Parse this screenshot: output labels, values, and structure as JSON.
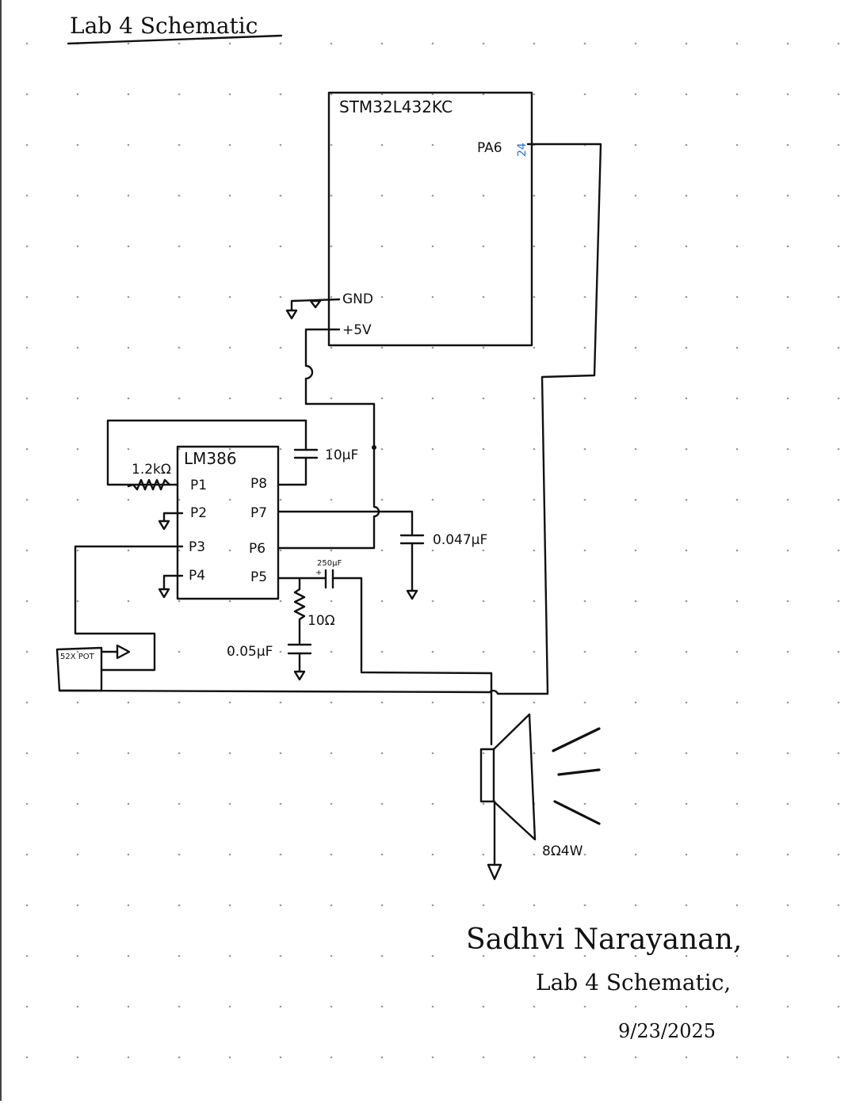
{
  "page": {
    "title": "Lab 4 Schematic"
  },
  "mcu": {
    "name": "STM32L432KC",
    "pin_pa6": "PA6",
    "pin_pa6_number": "24",
    "pin_gnd": "GND",
    "pin_5v": "+5V",
    "pin_number_color": "#1a73e8"
  },
  "amp": {
    "name": "LM386",
    "pins_left": [
      "P1",
      "P2",
      "P3",
      "P4"
    ],
    "pins_right": [
      "P8",
      "P7",
      "P6",
      "P5"
    ]
  },
  "components": {
    "r_gain": "1.2kΩ",
    "c_gain": "10μF",
    "c_bypass": "0.047μF",
    "c_output": "250μF",
    "c_output_polarity": "+",
    "r_zobel": "10Ω",
    "c_zobel": "0.05μF",
    "pot": "52X POT",
    "speaker": "8Ω4W"
  },
  "signature": {
    "name": "Sadhvi Narayanan,",
    "title": "Lab 4 Schematic,",
    "date": "9/23/2025"
  }
}
